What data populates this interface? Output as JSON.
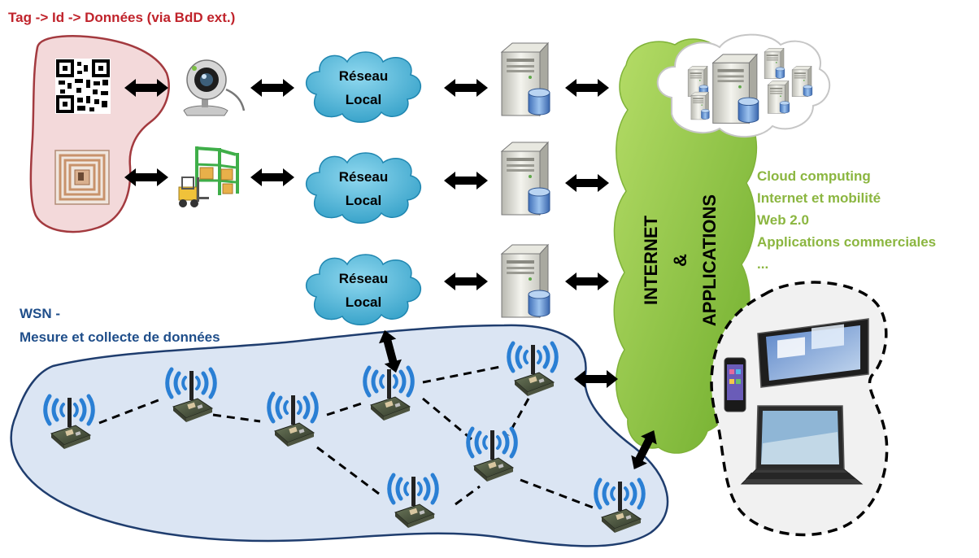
{
  "title": "Tag -> Id -> Données (via BdD ext.)",
  "network_labels": {
    "row1": [
      "Réseau",
      "Local"
    ],
    "row2": [
      "Réseau",
      "Local"
    ],
    "row3": [
      "Réseau",
      "Local"
    ]
  },
  "internet": {
    "line1": "INTERNET",
    "line2": "&",
    "line3": "APPLICATIONS"
  },
  "services": [
    "Cloud computing",
    "Internet et mobilité",
    "Web 2.0",
    "Applications commerciales",
    "..."
  ],
  "wsn": {
    "title_line1": "WSN -",
    "title_line2": "Mesure et collecte de données"
  },
  "colors": {
    "title": "#c0232b",
    "cloud_fill": "#4fb8d8",
    "internet_fill": "#92c83e",
    "services_text": "#8bb640",
    "wsn_text": "#1f4e8a",
    "wsn_fill": "#dbe5f3",
    "tag_region_fill": "#f3d9da",
    "tag_region_stroke": "#a33a3f",
    "signal": "#2a7fd4"
  },
  "icons": {
    "qr_code": "qr-code-icon",
    "rfid_tag": "rfid-tag-icon",
    "webcam": "webcam-icon",
    "forklift": "forklift-warehouse-icon",
    "server": "server-database-icon",
    "server_farm": "server-farm-cloud-icon",
    "sensor_node": "wireless-sensor-node-icon",
    "tablet": "tablet-icon",
    "phone": "smartphone-icon",
    "laptop": "laptop-icon"
  }
}
